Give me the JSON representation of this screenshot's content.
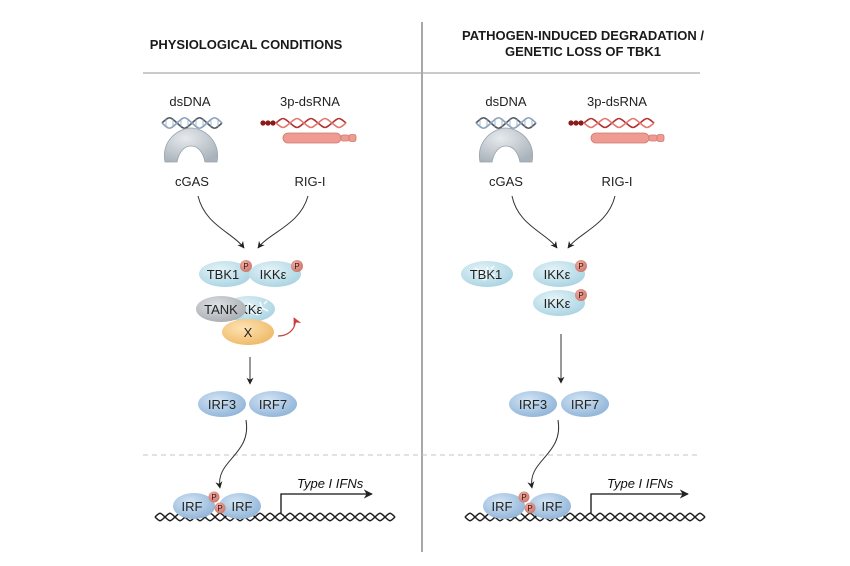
{
  "left_panel": {
    "heading": "PHYSIOLOGICAL CONDITIONS",
    "sensors": {
      "dna_label": "dsDNA",
      "rna_label": "3p-dsRNA",
      "cgas_label": "cGAS",
      "rigi_label": "RIG-I"
    },
    "complex": {
      "tbk1": "TBK1",
      "ikke_active": "IKKε",
      "tank": "TANK",
      "ikke_degraded": "IKKε",
      "x_factor": "X"
    },
    "transcription_factors": {
      "irf3": "IRF3",
      "irf7": "IRF7"
    },
    "promoter": {
      "irf_left": "IRF",
      "irf_right": "IRF",
      "output_label": "Type I IFNs"
    }
  },
  "right_panel": {
    "heading_line1": "PATHOGEN-INDUCED DEGRADATION /",
    "heading_line2": "GENETIC LOSS OF TBK1",
    "sensors": {
      "dna_label": "dsDNA",
      "rna_label": "3p-dsRNA",
      "cgas_label": "cGAS",
      "rigi_label": "RIG-I"
    },
    "complex": {
      "tbk1_degraded": "TBK1",
      "ikke_top": "IKKε",
      "ikke_bottom": "IKKε"
    },
    "transcription_factors": {
      "irf3": "IRF3",
      "irf7": "IRF7"
    },
    "promoter": {
      "irf_left": "IRF",
      "irf_right": "IRF",
      "output_label": "Type I IFNs"
    }
  },
  "phospho_label": "P",
  "colors": {
    "blue_protein": "#9dbfdf",
    "light_blue_protein": "#bfe0ea",
    "tank_grey": "#b8bcc0",
    "x_yellow": "#f6ca82",
    "phospho_red": "#d9897c",
    "rna_red": "#c9403f",
    "rigi_pink": "#ee9b91",
    "cgas_grey": "#c4cbd1"
  }
}
